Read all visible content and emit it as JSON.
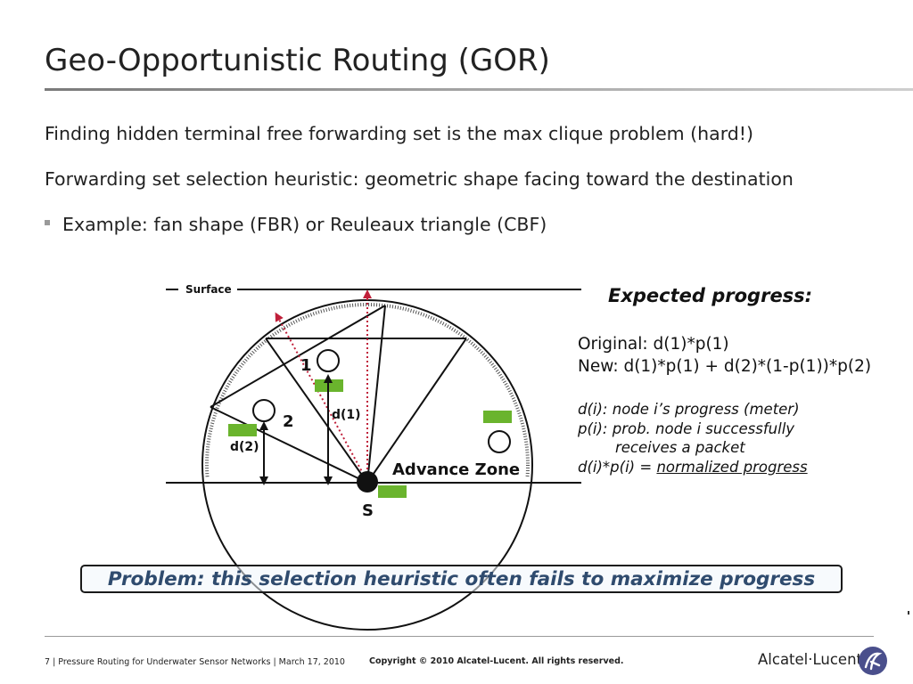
{
  "slide": {
    "title": "Geo-Opportunistic Routing (GOR)",
    "line1": "Finding hidden terminal free forwarding set is the max clique problem (hard!)",
    "line2": "Forwarding set selection heuristic: geometric shape facing toward the destination",
    "bullet": "Example: fan shape (FBR) or Reuleaux triangle (CBF)"
  },
  "diagram": {
    "surface_label": "Surface",
    "node1_label": "1",
    "node2_label": "2",
    "d1_label": "d(1)",
    "d2_label": "d(2)",
    "advance_zone_label": "Advance Zone",
    "source_label": "S",
    "colors": {
      "node_bar_green": "#6ab42d",
      "arrow_red": "#c0203a"
    }
  },
  "progress": {
    "title": "Expected progress:",
    "original": "Original: d(1)*p(1)",
    "new": "New: d(1)*p(1) + d(2)*(1-p(1))*p(2)",
    "def_d": "d(i): node i’s progress (meter)",
    "def_p1": "p(i): prob. node i successfully",
    "def_p2": "receives a packet",
    "def_dp_prefix": "d(i)*p(i) = ",
    "def_dp_link": "normalized progress"
  },
  "problem_text": "Problem: this selection heuristic often fails to maximize progress",
  "footer": {
    "left": "7 | Pressure Routing for  Underwater Sensor Networks | March 17,  2010",
    "copyright": "Copyright © 2010 Alcatel-Lucent. All rights reserved.",
    "logo_text": "Alcatel·Lucent",
    "logo_icon": "alcatel-lucent-logo-icon"
  }
}
